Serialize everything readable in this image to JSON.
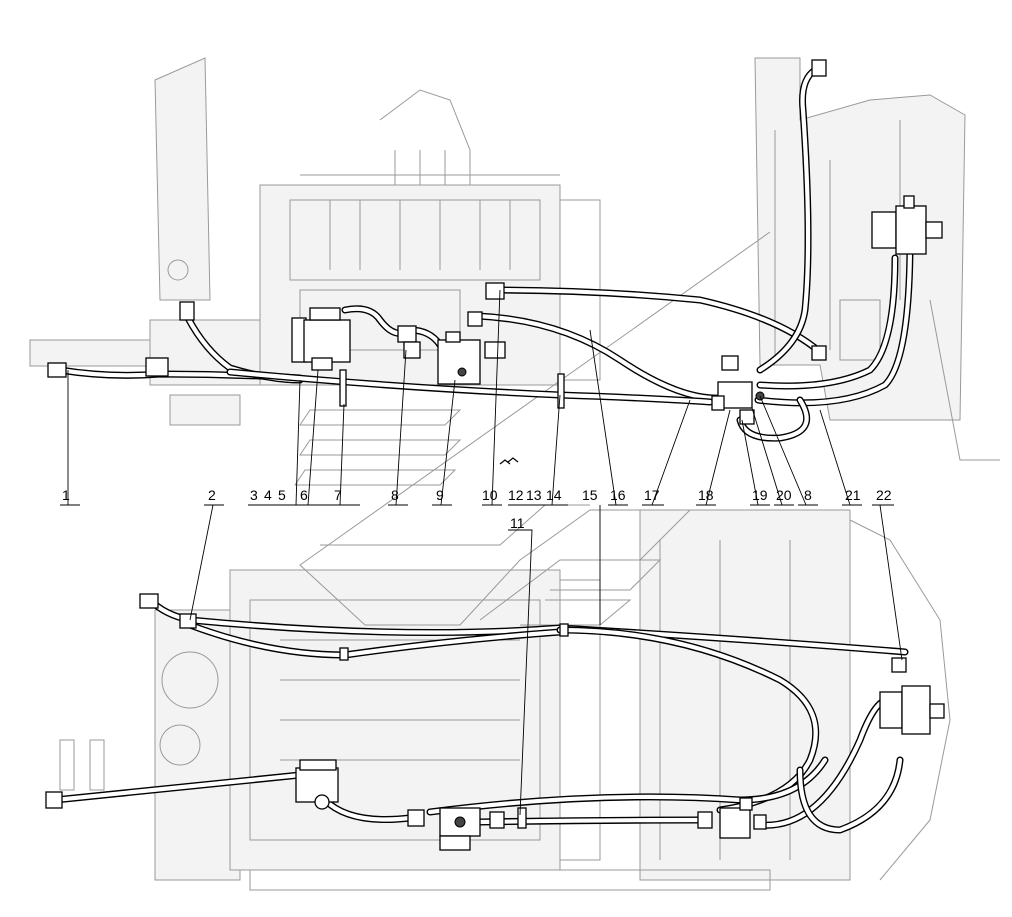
{
  "callouts_top": [
    {
      "id": "c1",
      "label": "1"
    },
    {
      "id": "c3",
      "label": "3"
    },
    {
      "id": "c4",
      "label": "4"
    },
    {
      "id": "c5",
      "label": "5"
    },
    {
      "id": "c6",
      "label": "6"
    },
    {
      "id": "c7",
      "label": "7"
    },
    {
      "id": "c8a",
      "label": "8"
    },
    {
      "id": "c9",
      "label": "9"
    },
    {
      "id": "c10",
      "label": "10"
    },
    {
      "id": "c12",
      "label": "12"
    },
    {
      "id": "c13",
      "label": "13"
    },
    {
      "id": "c14",
      "label": "14"
    },
    {
      "id": "c15",
      "label": "15"
    },
    {
      "id": "c16",
      "label": "16"
    },
    {
      "id": "c17",
      "label": "17"
    },
    {
      "id": "c18",
      "label": "18"
    },
    {
      "id": "c19",
      "label": "19"
    },
    {
      "id": "c20",
      "label": "20"
    },
    {
      "id": "c8b",
      "label": "8"
    },
    {
      "id": "c21",
      "label": "21"
    }
  ],
  "callouts_mid": [
    {
      "id": "c2",
      "label": "2"
    },
    {
      "id": "c22",
      "label": "22"
    },
    {
      "id": "c11",
      "label": "11"
    }
  ],
  "colors": {
    "line": "#000000",
    "ghost": "#9a9a9a",
    "background": "#ffffff"
  }
}
